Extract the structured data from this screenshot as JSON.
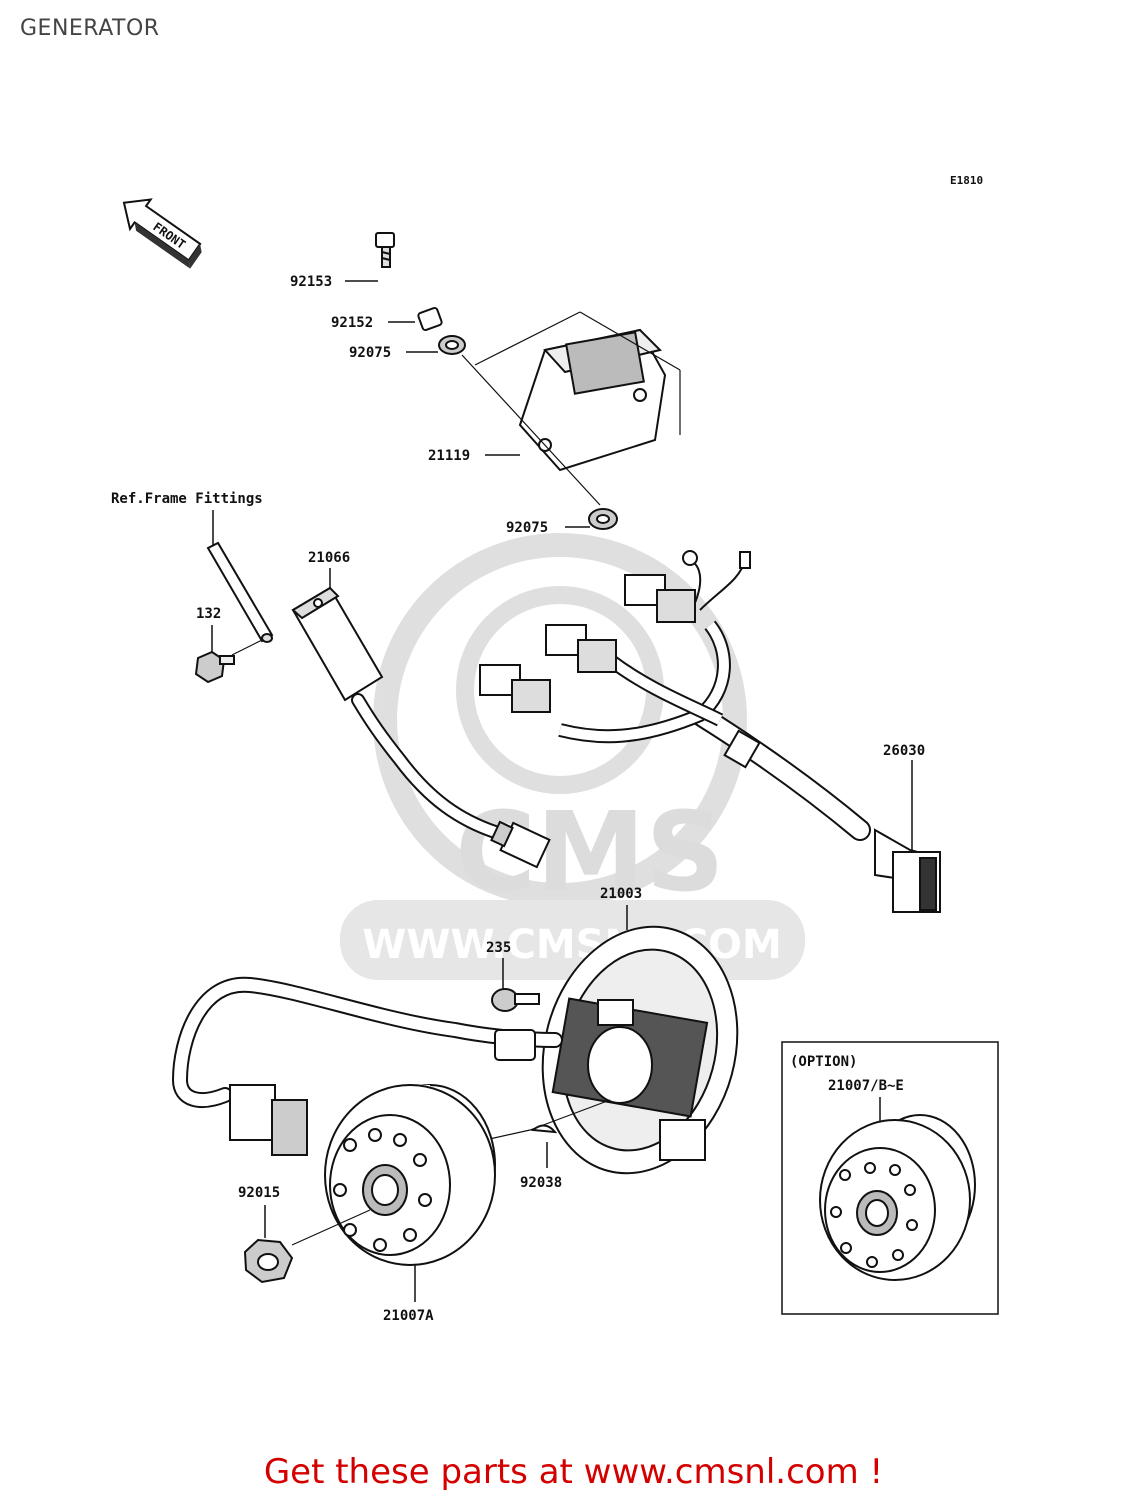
{
  "page": {
    "title": "GENERATOR",
    "figure_code": "E1810"
  },
  "front_marker": "FRONT",
  "watermark": {
    "logo_text": "CMS",
    "url_text": "WWW.CMSNL.COM"
  },
  "parts": {
    "p92153": "92153",
    "p92152": "92152",
    "p92075_top": "92075",
    "p21119": "21119",
    "p92075_bottom": "92075",
    "ref_frame": "Ref.Frame Fittings",
    "p21066": "21066",
    "p132": "132",
    "p26030": "26030",
    "p21003": "21003",
    "p235": "235",
    "p92038": "92038",
    "p92015": "92015",
    "p21007A": "21007A"
  },
  "option_box": {
    "heading": "(OPTION)",
    "part": "21007/B~E"
  },
  "footer": {
    "text": "Get these parts at www.cmsnl.com !"
  }
}
